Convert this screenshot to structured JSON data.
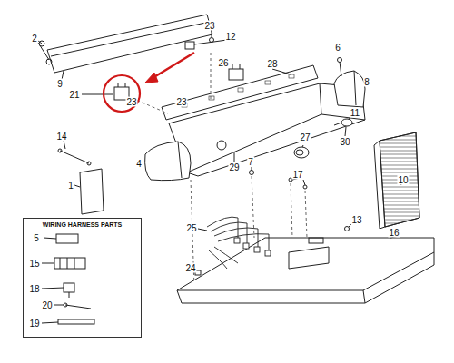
{
  "diagram": {
    "nodes": [
      {
        "text": [
          "WIRING HARNESS PARTS"
        ]
      }
    ],
    "labels": [
      "2",
      "9",
      "23",
      "12",
      "26",
      "28",
      "6",
      "8",
      "21",
      "23",
      "23",
      "14",
      "11",
      "30",
      "27",
      "4",
      "29",
      "7",
      "17",
      "10",
      "1",
      "13",
      "16",
      "25",
      "24",
      "5",
      "15",
      "18",
      "20",
      "19"
    ]
  }
}
